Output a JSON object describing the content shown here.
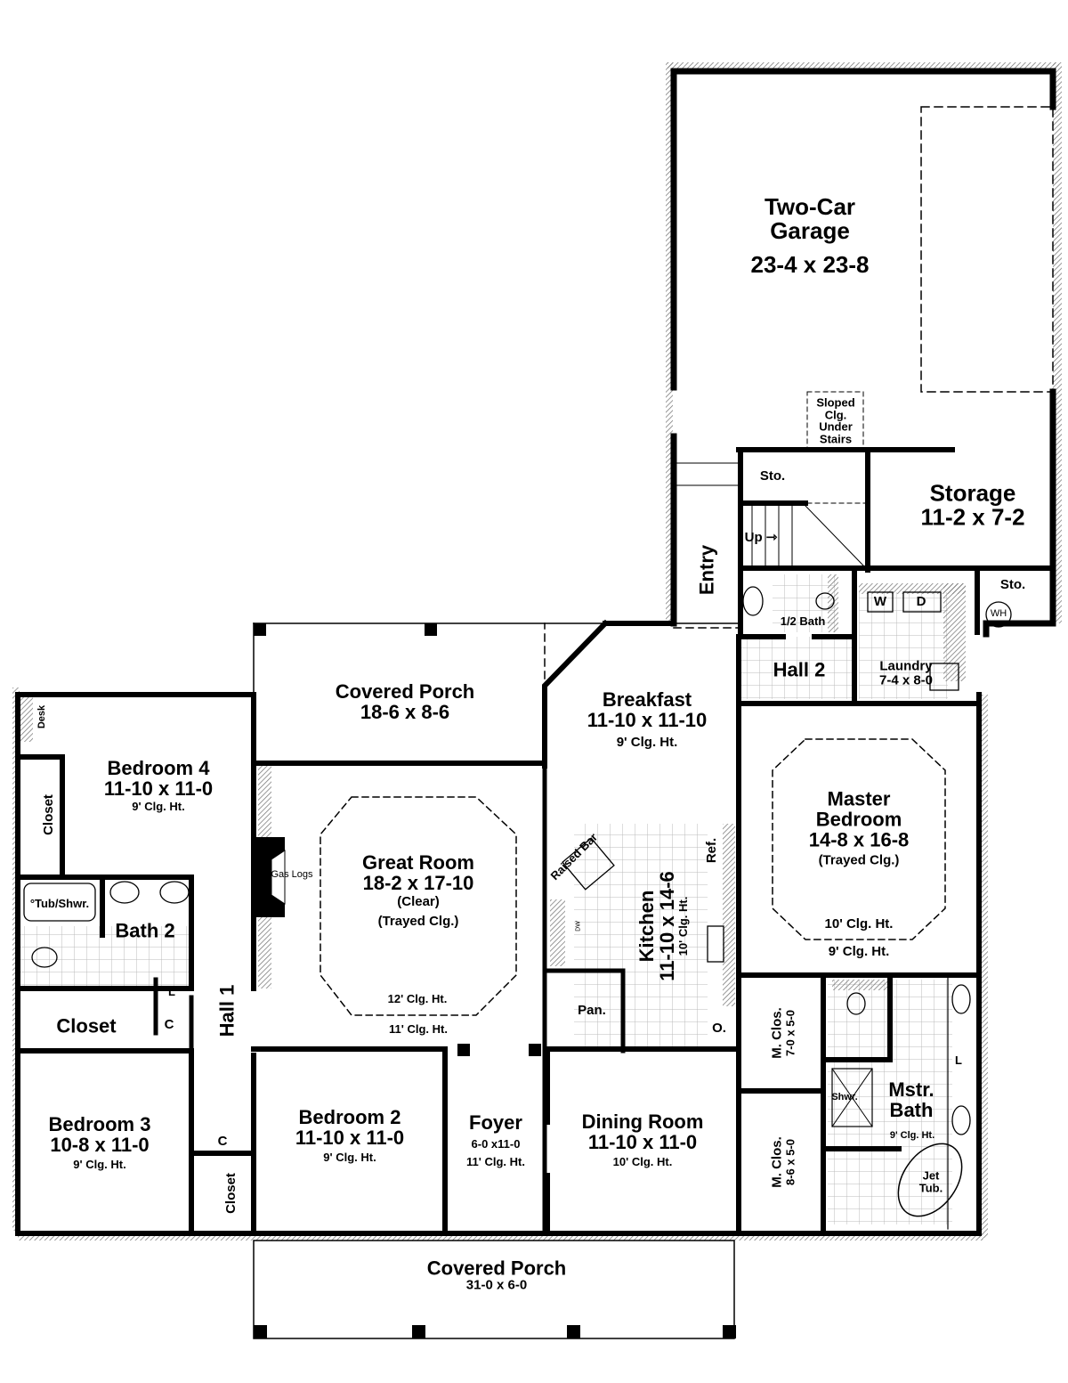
{
  "plan": {
    "rooms": {
      "garage": {
        "name_1": "Two-Car",
        "name_2": "Garage",
        "dims": "23-4 x 23-8"
      },
      "sloped": {
        "l1": "Sloped",
        "l2": "Clg.",
        "l3": "Under",
        "l4": "Stairs"
      },
      "sto_upper": {
        "name": "Sto."
      },
      "storage": {
        "name": "Storage",
        "dims": "11-2 x 7-2"
      },
      "sto_wh": {
        "name": "Sto.",
        "wh": "WH"
      },
      "entry": {
        "name": "Entry"
      },
      "stairs": {
        "label": "Up"
      },
      "half_bath": {
        "name": "1/2 Bath"
      },
      "laundry": {
        "name": "Laundry",
        "dims": "7-4 x 8-0",
        "washer": "W",
        "dryer": "D"
      },
      "hall2": {
        "name": "Hall 2"
      },
      "covered_porch_rear": {
        "name": "Covered Porch",
        "dims": "18-6 x 8-6"
      },
      "breakfast": {
        "name": "Breakfast",
        "dims": "11-10 x 11-10",
        "ceiling": "9' Clg. Ht."
      },
      "master_bedroom": {
        "name_1": "Master",
        "name_2": "Bedroom",
        "dims": "14-8 x 16-8",
        "note": "(Trayed Clg.)",
        "ceiling_inner": "10' Clg. Ht.",
        "ceiling_outer": "9' Clg. Ht."
      },
      "bedroom4": {
        "name": "Bedroom 4",
        "dims": "11-10 x 11-0",
        "ceiling": "9' Clg. Ht.",
        "desk": "Desk",
        "closet": "Closet"
      },
      "great_room": {
        "name": "Great Room",
        "dims": "18-2 x 17-10",
        "note1": "(Clear)",
        "note2": "(Trayed Clg.)",
        "ceiling_inner": "12' Clg. Ht.",
        "ceiling_outer": "11' Clg. Ht.",
        "fireplace": "Gas Logs"
      },
      "kitchen": {
        "name": "Kitchen",
        "dims": "11-10 x 14-6",
        "ceiling": "10' Clg. Ht.",
        "raised_bar": "Raised Bar",
        "ref": "Ref.",
        "pantry": "Pan.",
        "oven": "O.",
        "dw": "DW"
      },
      "bath2": {
        "name": "Bath 2",
        "tub": "°Tub/Shwr."
      },
      "closet_bed3": {
        "name": "Closet"
      },
      "linen": {
        "l": "L",
        "c": "C"
      },
      "hall1": {
        "name": "Hall 1"
      },
      "m_clos1": {
        "name": "M. Clos.",
        "dims": "7-0 x 5-0"
      },
      "m_clos2": {
        "name": "M. Clos.",
        "dims": "8-6 x 5-0"
      },
      "mstr_bath": {
        "name_1": "Mstr.",
        "name_2": "Bath",
        "ceiling": "9' Clg. Ht.",
        "shower": "Shwr.",
        "tub_1": "Jet",
        "tub_2": "Tub.",
        "linen": "L"
      },
      "bedroom3": {
        "name": "Bedroom 3",
        "dims": "10-8 x 11-0",
        "ceiling": "9' Clg. Ht."
      },
      "hall_c": {
        "name": "C"
      },
      "closet_hall": {
        "name": "Closet"
      },
      "bedroom2": {
        "name": "Bedroom 2",
        "dims": "11-10 x 11-0",
        "ceiling": "9' Clg. Ht."
      },
      "foyer": {
        "name": "Foyer",
        "dims": "6-0 x11-0",
        "ceiling": "11' Clg. Ht."
      },
      "dining": {
        "name": "Dining Room",
        "dims": "11-10 x 11-0",
        "ceiling": "10' Clg. Ht."
      },
      "covered_porch_front": {
        "name": "Covered Porch",
        "dims": "31-0 x 6-0"
      }
    }
  }
}
